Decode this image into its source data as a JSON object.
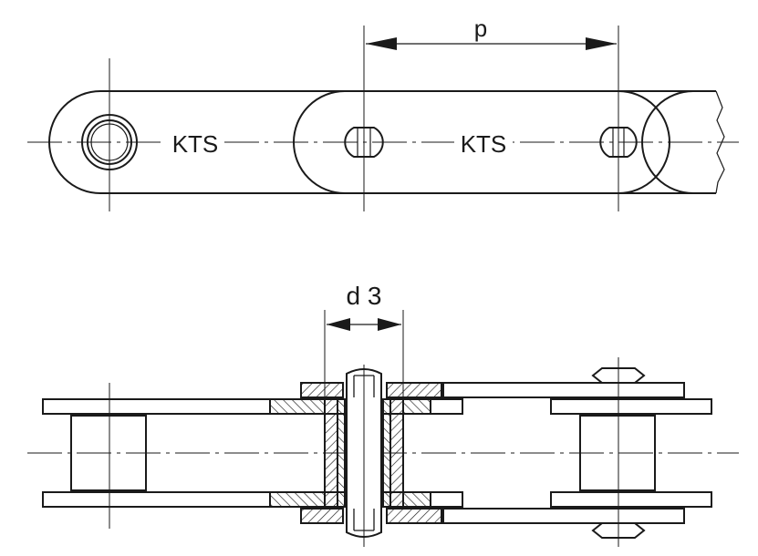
{
  "labels": {
    "pitch": "p",
    "diameter": "d 3",
    "plate_text_1": "KTS",
    "plate_text_2": "KTS"
  },
  "colors": {
    "ink": "#1a1a1a",
    "paper": "#ffffff"
  }
}
